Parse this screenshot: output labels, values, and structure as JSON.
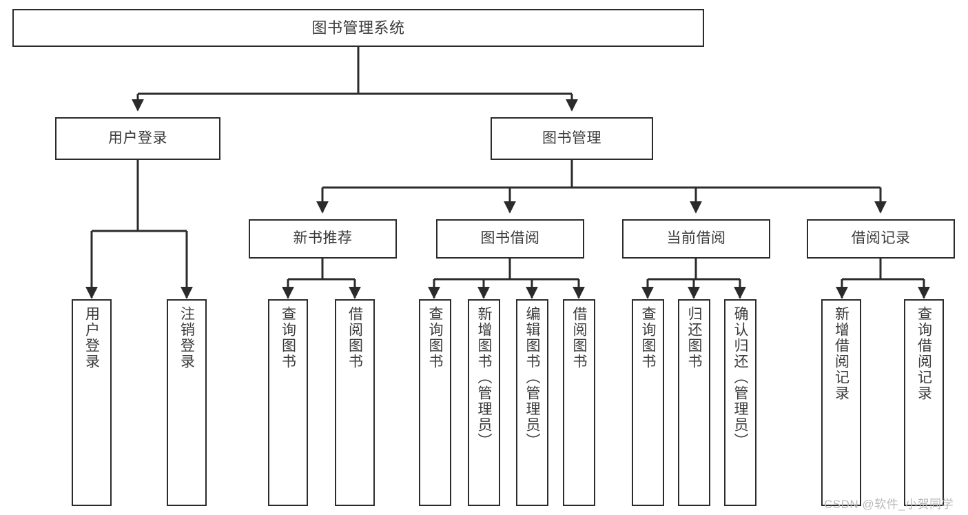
{
  "diagram": {
    "title": "图书管理系统",
    "type": "tree",
    "colors": {
      "stroke": "#2b2b2b",
      "fill": "#ffffff",
      "text": "#3a3a3a",
      "watermark": "#b9b9b9"
    },
    "root": {
      "label": "图书管理系统"
    },
    "level2": [
      {
        "label": "用户登录"
      },
      {
        "label": "图书管理"
      }
    ],
    "level3": [
      {
        "label": "新书推荐"
      },
      {
        "label": "图书借阅"
      },
      {
        "label": "当前借阅"
      },
      {
        "label": "借阅记录"
      }
    ],
    "leaves": {
      "user_login": [
        {
          "label": "用户登录"
        },
        {
          "label": "注销登录"
        }
      ],
      "new_book_recommend": [
        {
          "label": "查询图书"
        },
        {
          "label": "借阅图书"
        }
      ],
      "book_borrow": [
        {
          "label": "查询图书"
        },
        {
          "label": "新增图书（管理员）"
        },
        {
          "label": "编辑图书（管理员）"
        },
        {
          "label": "借阅图书"
        }
      ],
      "current_borrow": [
        {
          "label": "查询图书"
        },
        {
          "label": "归还图书"
        },
        {
          "label": "确认归还（管理员）"
        }
      ],
      "borrow_record": [
        {
          "label": "新增借阅记录"
        },
        {
          "label": "查询借阅记录"
        }
      ]
    }
  },
  "watermark": {
    "text": "CSDN @软件_小贺同学"
  }
}
